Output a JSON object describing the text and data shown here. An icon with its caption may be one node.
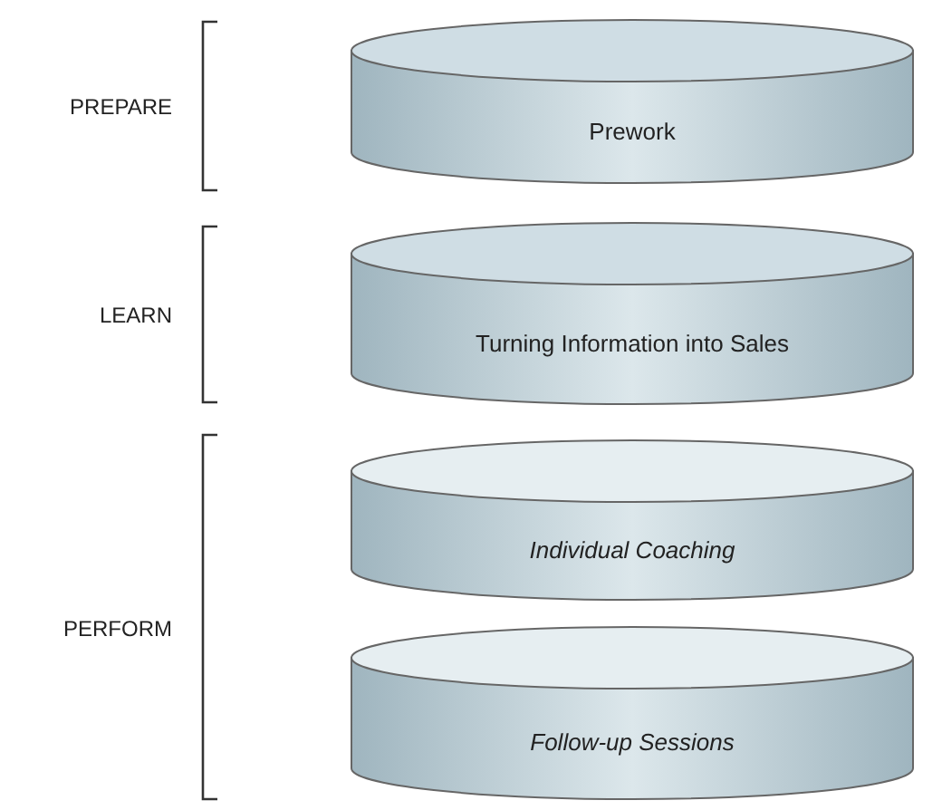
{
  "diagram": {
    "nodes": [
      {
        "text": [
          "Prework"
        ]
      },
      {
        "text": [
          "Turning Information into Sales"
        ]
      },
      {
        "text": [
          "Individual Coaching"
        ]
      },
      {
        "text": [
          "Follow-up Sessions"
        ]
      }
    ],
    "labels": [
      "PREPARE",
      "LEARN",
      "PERFORM"
    ]
  }
}
